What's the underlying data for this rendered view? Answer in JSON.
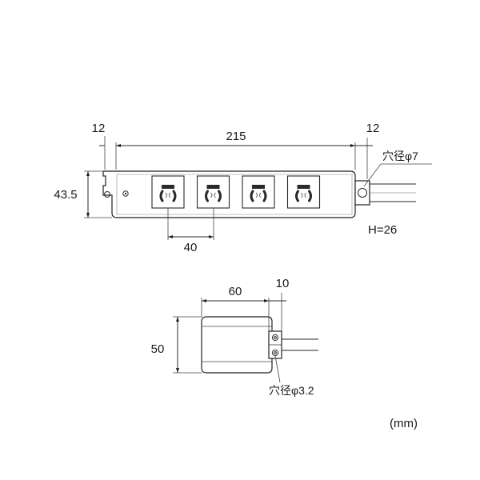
{
  "top_view": {
    "dims": {
      "width_total": "215",
      "left_margin": "12",
      "right_margin": "12",
      "height": "43.5",
      "socket_pitch": "40"
    },
    "hole_label": "穴径φ7",
    "height_note": "H=26"
  },
  "side_view": {
    "dims": {
      "width": "60",
      "tab": "10",
      "height": "50"
    },
    "hole_label": "穴径φ3.2"
  },
  "units_label": "(mm)",
  "outlet_count": 4
}
